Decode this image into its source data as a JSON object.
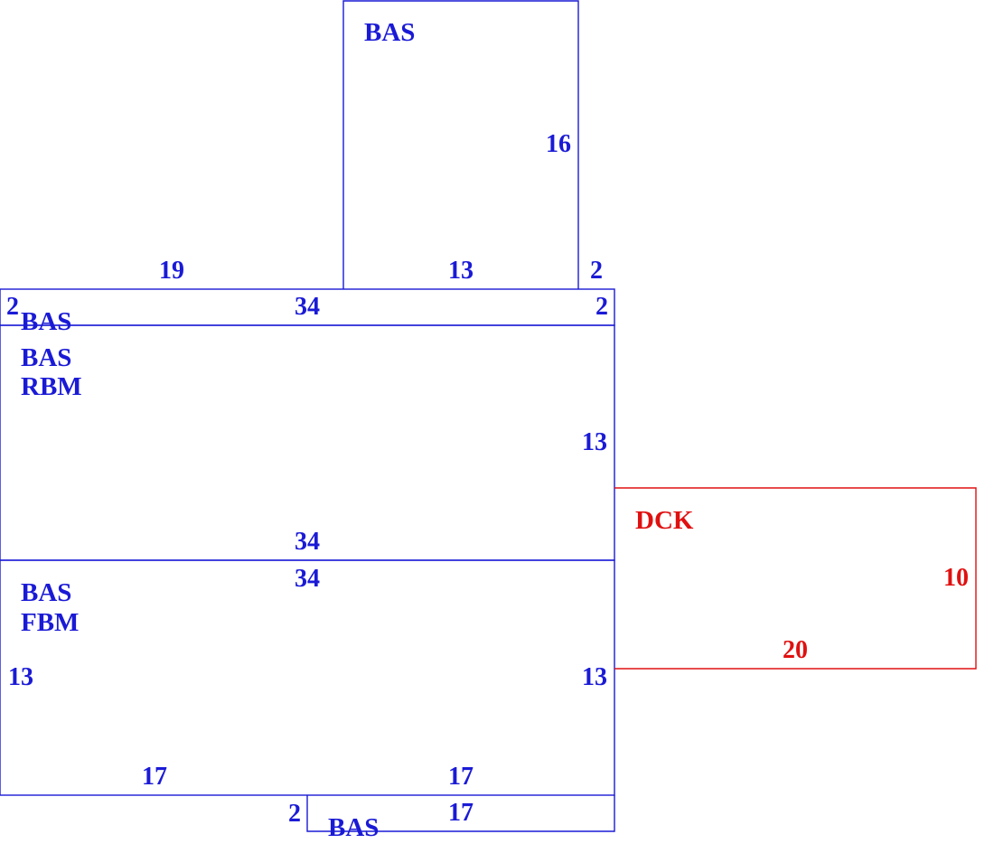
{
  "colors": {
    "main": "#1a1ad6",
    "deck": "#e01010"
  },
  "areas": {
    "top_room": {
      "code": "BAS"
    },
    "strip": {
      "code": "BAS"
    },
    "upper_main": {
      "codes": [
        "BAS",
        "RBM"
      ]
    },
    "lower_main": {
      "codes": [
        "BAS",
        "FBM"
      ]
    },
    "bottom_strip": {
      "code": "BAS"
    },
    "deck": {
      "code": "DCK"
    }
  },
  "dimensions": {
    "top_room_right": "16",
    "top_room_bottom": "13",
    "gap_right": "2",
    "left_span": "19",
    "strip_top": "34",
    "strip_left": "2",
    "strip_right": "2",
    "upper_right": "13",
    "upper_bottom": "34",
    "lower_top": "34",
    "lower_left": "13",
    "lower_right": "13",
    "lower_bottom_left": "17",
    "lower_bottom_right": "17",
    "bottom_strip_left": "2",
    "bottom_strip_bottom": "17",
    "deck_right": "10",
    "deck_bottom": "20"
  }
}
